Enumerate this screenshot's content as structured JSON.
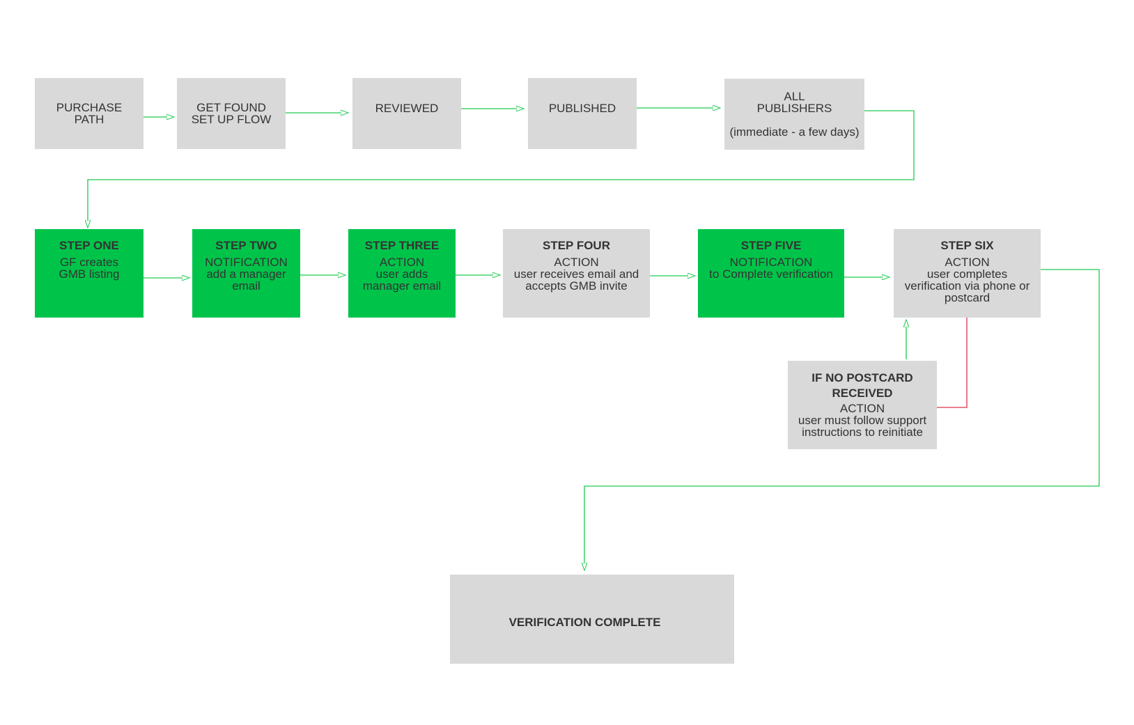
{
  "colors": {
    "connector": "#1dc94e",
    "connector_warning": "#e0576a",
    "box_gray": "#d9d9d9",
    "box_green": "#00c44a",
    "text": "#333333"
  },
  "top_row": [
    {
      "label": "PURCHASE\nPATH"
    },
    {
      "label": "GET FOUND\nSET UP FLOW"
    },
    {
      "label": "REVIEWED"
    },
    {
      "label": "PUBLISHED"
    },
    {
      "label": "ALL\nPUBLISHERS",
      "note": "(immediate - a few days)"
    }
  ],
  "steps": [
    {
      "title": "STEP ONE",
      "body": "GF creates\nGMB listing",
      "status": "green"
    },
    {
      "title": "STEP TWO",
      "body": "NOTIFICATION\nadd a manager\nemail",
      "status": "green"
    },
    {
      "title": "STEP THREE",
      "body": "ACTION\nuser adds\nmanager email",
      "status": "green"
    },
    {
      "title": "STEP FOUR",
      "body": "ACTION\nuser receives email and\naccepts GMB invite",
      "status": "gray"
    },
    {
      "title": "STEP FIVE",
      "body": "NOTIFICATION\nto Complete verification",
      "status": "green"
    },
    {
      "title": "STEP SIX",
      "body": "ACTION\nuser completes\nverification via phone or\npostcard",
      "status": "gray"
    }
  ],
  "fallback": {
    "title": "IF NO POSTCARD\nRECEIVED",
    "body": "ACTION\nuser must follow support\ninstructions to reinitiate"
  },
  "final": {
    "title": "VERIFICATION COMPLETE"
  }
}
